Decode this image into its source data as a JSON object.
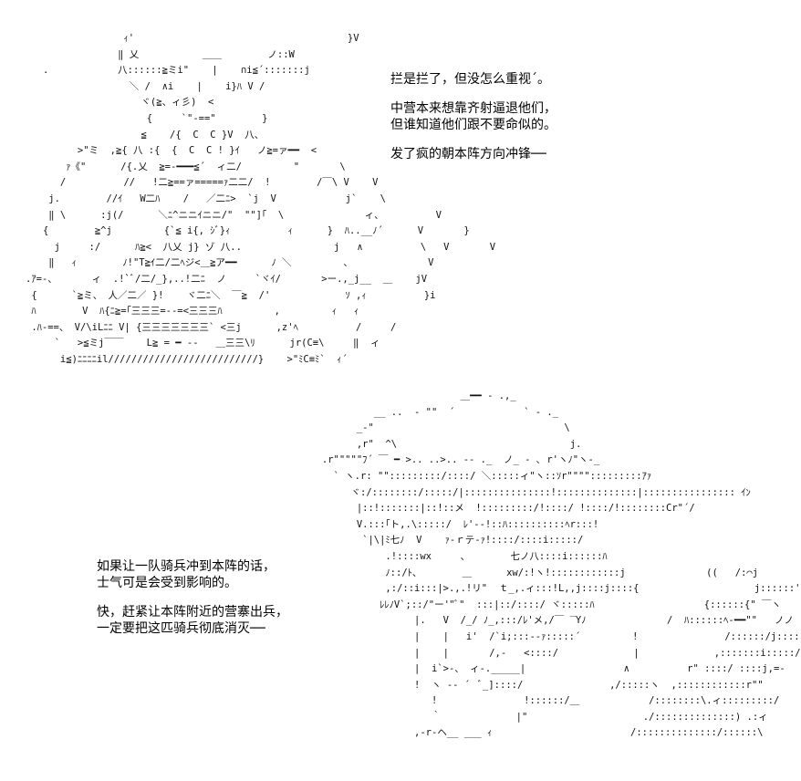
{
  "dialogue_top": {
    "block1": [
      "拦是拦了，但没怎么重视´。"
    ],
    "block2": [
      "中营本来想靠齐射逼退他们，",
      "但谁知道他们跟不要命似的。"
    ],
    "block3": [
      "发了疯的朝本阵方向冲锋──"
    ]
  },
  "dialogue_bottom": {
    "block1": [
      "如果让一队骑兵冲到本阵的话，",
      "士气可是会受到影响的。"
    ],
    "block2": [
      "快，赶紧让本阵附近的营寨出兵，",
      "一定要把这匹骑兵彻底消灭──"
    ]
  },
  "art_top": "                 ｨ'                                     }V\n                ‖ 乂           ＿＿        ノ::W\n   .            八::::::≧ミi\"    |    ∩i≦´:::::::j\n                  ＼ /  ∧i    |    i}ﾊ V /\n                    ヾ(≧、ィ彡)  <\n                     {     `\"-==\"        }\n                    ≦    /{  C  C }V  八、\n         >\"ミ  ,≧{ 八 :{  {  C  C ! }ｲ   ノ≧=ァ━━  <\n       ｧ《\"      /{.乂  ≧=-━━━≦´  ィ二/         \"       \\\n      /          //   !二≧==ァ=====ｧ二二/  !        /￣\\ V    V\n    j.        //ｲ   W二ﾊ    /   ／二ﾆ>  `j  V            j`    \\\n    ‖ \\      :j(/      ＼ﾆ^ニニｲニニ/\"  \"\"]｢  \\              ィ、         V\n   {        ≧^j         {`≦ i{, ｼﾞ}ｨ          ｨ      }  ﾊ..__ﾉ´      V       }\n     j     :/      ﾊ≧<  八乂 j} ゾ 八..                j   ∧          \\   V       V\n    ‖   ｨ        ﾉ!\"T≧ｲ二/二ﾍジ<＿≧ア━━      ﾉ ＼         、             V\n.ｱ=-、      ィ  .!`ﾞ/二/_},..!二ﾆ  ノ     `ヾｲ/       >ー.,_j__  ＿    jV\n {      `≧ミ、 人／二／ }!    ヾ二ﾆ＼  ￣≧  /'             ｿ ,ｨ          }i\n ﾊ        V  ﾊ{ﾆ≧=｢三三三=--=<三三三ﾊ         ,         ｨ   ｨ\n .ﾊ-==、 V/\\iLﾆﾆ V| {三三三三三三三` <三j      ,z'ﾍ          /     /\n     `   >≦ミj￣￣    L≧ = ━ --   ＿三三\\ﾘ      jr(C≡\\     ‖  ィ\n      i≦)ﾆﾆﾆﾆil//////////////////////////}    >\"ﾐC≡ﾐ`  ｨ´",
  "art_bottom": "                                 ＿━━ - .,_\n                  __ ..  - \"\"  ´            ` - ._\n               _-\"                                 \\\n               ,r\"  ^\\                              j.\n         .r\"\"\"\"\"ﾌ´ ￣ ━ >.. ..>.. -- ._  ノ_ - ､ r'ヽﾉ\"ヽ-_\n           ` ヽ.r: \"\":::::::::/::::/ ＼:::::ィ\"ヽ::ｿr\"\"\"\":::::::::ｱｧ\n              ヾ:/::::::::/:::::/|:::::::::::::::!::::::::::::::|:::::::::::::::: ｲﾝ\n               |::!:::::::|::!::メ  !:::::::::/!::::/ !::::/!::::::::Cr\"´/\n               V.:::｢ト,.\\:::::/  ﾚ'--!::ﾊ::::::::::ﾍr:::!\n                `|\\|ﾐ七ﾉ  V    ｧ-ｒテ-ｧ!::::/::::i:::::/\n                    .!::::wx     、       七ノ八::::i::::::ﾊ\n                    ﾉ::/ﾄ、       ＿      xw/:!ヽ!::::::::::::j              ((   /:⌒j\n                    ,:/::i:::|>.,.!リ\"  ｔ_,.ィ:::!L,,j::::j::::{                    j::::::'\n                   ﾚﾚﾉV`;::/\"ー'\"ﾞ\"  :::|::/::::/ ヾ:::::ﾊ                   {::::::{\" ￣ヽ\n                         |.   V  /_/ ﾉ_,:::/ﾚ'メ,/￣ ‾Yﾉ              /  ﾊ::::::ﾍ-━━\"\"   ノノ\n                         |    |   i'  /`i;:::--ｧ:::::´         !               /::::::/j:::::i\n                         |    |       /,-   <::::/             |             ,:::::::i:::::/\n                         |  i`>-、 ィ-._____|                 ∧          r\" ::::/ ::::j,=-\n                         !  ヽ -- ´  ﾞ_]::::/               ,/:::::ヽ  ,::::::::::::r\"\"\n                            !               !::::::/＿            /::::::::\\.ィ:::::::::/\n                            ｀             |\"                    ./::::::::::::::) .:ィ\n                         ,-r-ヘ__ ___ ｨ                        /::::::::::::::/::::::\\",
  "colors": {
    "background": "#ffffff",
    "text": "#000000"
  }
}
